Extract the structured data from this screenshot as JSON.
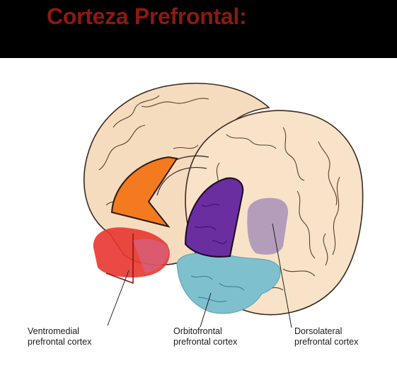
{
  "title": "Corteza Prefrontal:",
  "labels": {
    "ventromedial": "Ventromedial\nprefrontal cortex",
    "orbitofrontal": "Orbitofrontal\nprefrontal cortex",
    "dorsolateral": "Dorsolateral\nprefrontal cortex"
  },
  "colors": {
    "title": "#8b1a10",
    "brain": "#f6dcbf",
    "ventromedial": "#e8362f",
    "orbitofrontal": "#7fc0cf",
    "dorsolateral": "#9d86b7",
    "medial_orange": "#f47a1f",
    "lateral_purple": "#6a2ea0"
  }
}
